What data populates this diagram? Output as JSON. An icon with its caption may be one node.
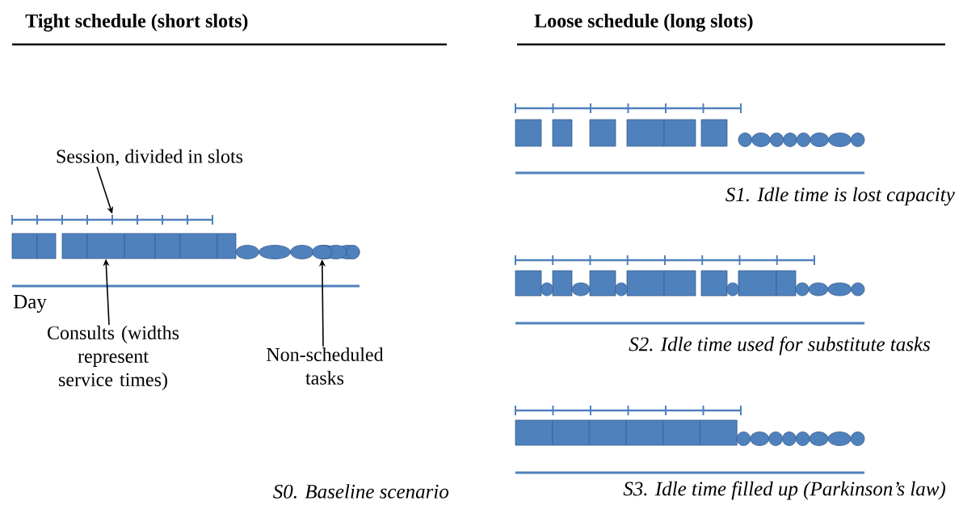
{
  "diagram": {
    "nodes": [
      {
        "text": [
          "Session, divided in slots"
        ]
      },
      {
        "text": [
          "Consults (widths represent service times)"
        ]
      },
      {
        "text": [
          "Non-scheduled tasks"
        ]
      },
      {
        "text": [],
        "shape": "bar"
      },
      {
        "text": [],
        "shape": "box"
      },
      {
        "text": [],
        "shape": "circle"
      }
    ],
    "edges": [
      {
        "from": 0,
        "to": 3,
        "arrow": "to"
      },
      {
        "from": 1,
        "to": 4,
        "arrow": "to"
      },
      {
        "from": 2,
        "to": 5,
        "arrow": "to"
      }
    ],
    "labels": [
      "Tight schedule (short slots)",
      "Loose schedule (long slots)",
      "Day",
      "S0. Baseline scenario",
      "S1. Idle time is lost capacity",
      "S2. Idle time used for substitute tasks",
      "S3. Idle time filled up (Parkinson’s law)"
    ]
  }
}
